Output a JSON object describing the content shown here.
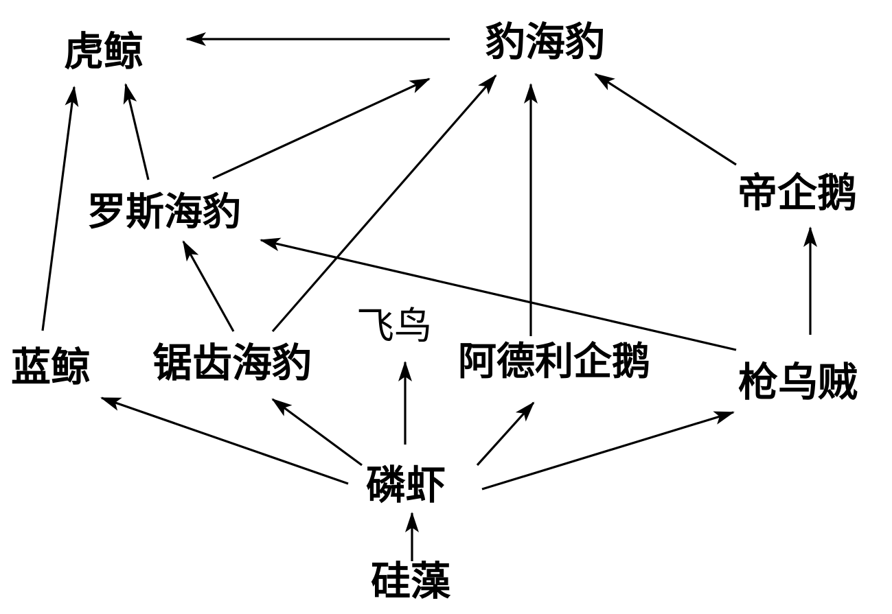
{
  "diagram": {
    "nodes": [
      {
        "id": "tiger-whale",
        "label": "虎鲸"
      },
      {
        "id": "leopard-seal",
        "label": "豹海豹"
      },
      {
        "id": "ross-seal",
        "label": "罗斯海豹"
      },
      {
        "id": "emperor-penguin",
        "label": "帝企鹅"
      },
      {
        "id": "blue-whale",
        "label": "蓝鲸"
      },
      {
        "id": "crabeater-seal",
        "label": "锯齿海豹"
      },
      {
        "id": "bird",
        "label": "飞鸟"
      },
      {
        "id": "adelie-penguin",
        "label": "阿德利企鹅"
      },
      {
        "id": "squid",
        "label": "枪乌贼"
      },
      {
        "id": "krill",
        "label": "磷虾"
      },
      {
        "id": "diatom",
        "label": "硅藻"
      }
    ],
    "edges": [
      {
        "from": "diatom",
        "to": "krill"
      },
      {
        "from": "krill",
        "to": "blue-whale"
      },
      {
        "from": "krill",
        "to": "crabeater-seal"
      },
      {
        "from": "krill",
        "to": "bird"
      },
      {
        "from": "krill",
        "to": "adelie-penguin"
      },
      {
        "from": "krill",
        "to": "squid"
      },
      {
        "from": "blue-whale",
        "to": "tiger-whale"
      },
      {
        "from": "ross-seal",
        "to": "tiger-whale"
      },
      {
        "from": "leopard-seal",
        "to": "tiger-whale"
      },
      {
        "from": "ross-seal",
        "to": "leopard-seal"
      },
      {
        "from": "crabeater-seal",
        "to": "ross-seal"
      },
      {
        "from": "crabeater-seal",
        "to": "leopard-seal"
      },
      {
        "from": "adelie-penguin",
        "to": "leopard-seal"
      },
      {
        "from": "emperor-penguin",
        "to": "leopard-seal"
      },
      {
        "from": "squid",
        "to": "ross-seal"
      },
      {
        "from": "squid",
        "to": "emperor-penguin"
      }
    ],
    "colors": {
      "line": "#000000",
      "text": "#000000",
      "background": "#ffffff"
    }
  }
}
